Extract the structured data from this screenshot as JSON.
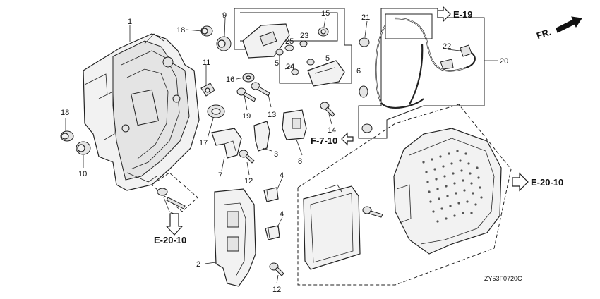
{
  "diagram_code": "ZY53F0720C",
  "front_label": "FR.",
  "references": {
    "e19": "E-19",
    "e2010_left": "E-20-10",
    "e2010_right": "E-20-10",
    "f710": "F-7-10"
  },
  "callouts": {
    "c1": "1",
    "c2": "2",
    "c3": "3",
    "c4a": "4",
    "c4b": "4",
    "c5a": "5",
    "c5b": "5",
    "c6": "6",
    "c7": "7",
    "c8": "8",
    "c9": "9",
    "c10": "10",
    "c11": "11",
    "c12a": "12",
    "c12b": "12",
    "c13": "13",
    "c14": "14",
    "c15": "15",
    "c16": "16",
    "c17": "17",
    "c18a": "18",
    "c18b": "18",
    "c19": "19",
    "c20": "20",
    "c21": "21",
    "c22": "22",
    "c23": "23",
    "c24": "24",
    "c25": "25"
  }
}
